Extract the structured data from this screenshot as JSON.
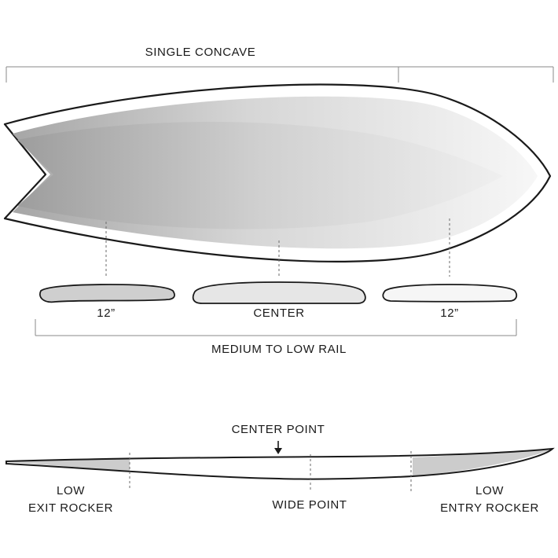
{
  "top_view": {
    "concave_label": "SINGLE CONCAVE",
    "rail_sections": [
      {
        "label": "12”"
      },
      {
        "label": "CENTER"
      },
      {
        "label": "12”"
      }
    ],
    "rail_label": "MEDIUM TO LOW RAIL"
  },
  "side_view": {
    "center_point_label": "CENTER POINT",
    "exit_rocker_label": [
      "LOW",
      "EXIT ROCKER"
    ],
    "wide_point_label": "WIDE POINT",
    "entry_rocker_label": [
      "LOW",
      "ENTRY ROCKER"
    ]
  },
  "colors": {
    "outline": "#1a1a1a",
    "shade_dark": "#a9a9a9",
    "shade_light": "#f4f4f4",
    "rail_dark": "#cfcfcf",
    "rail_mid": "#e6e6e6",
    "rail_light": "#f6f6f6",
    "rocker_shade": "#cccccc"
  }
}
